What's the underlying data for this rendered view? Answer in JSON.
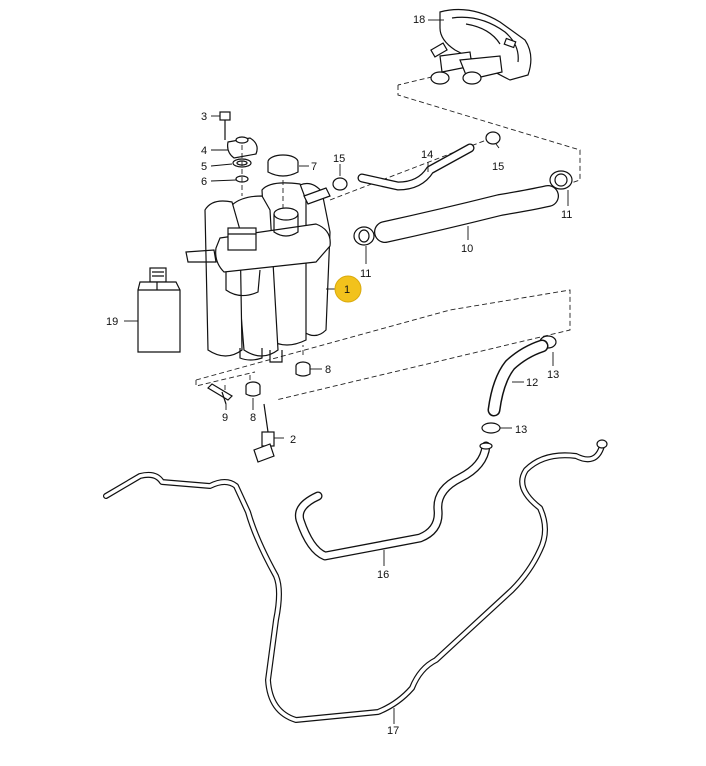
{
  "diagram": {
    "callouts": [
      {
        "id": "c1",
        "label": "1",
        "highlighted": true
      },
      {
        "id": "c2",
        "label": "2"
      },
      {
        "id": "c3",
        "label": "3"
      },
      {
        "id": "c4",
        "label": "4"
      },
      {
        "id": "c5",
        "label": "5"
      },
      {
        "id": "c6",
        "label": "6"
      },
      {
        "id": "c7",
        "label": "7"
      },
      {
        "id": "c8a",
        "label": "8"
      },
      {
        "id": "c8b",
        "label": "8"
      },
      {
        "id": "c9",
        "label": "9"
      },
      {
        "id": "c10",
        "label": "10"
      },
      {
        "id": "c11a",
        "label": "11"
      },
      {
        "id": "c11b",
        "label": "11"
      },
      {
        "id": "c12",
        "label": "12"
      },
      {
        "id": "c13a",
        "label": "13"
      },
      {
        "id": "c13b",
        "label": "13"
      },
      {
        "id": "c14",
        "label": "14"
      },
      {
        "id": "c15a",
        "label": "15"
      },
      {
        "id": "c15b",
        "label": "15"
      },
      {
        "id": "c16",
        "label": "16"
      },
      {
        "id": "c17",
        "label": "17"
      },
      {
        "id": "c18",
        "label": "18"
      },
      {
        "id": "c19",
        "label": "19"
      }
    ],
    "highlight_color": "#f2c21c",
    "line_color": "#111111"
  }
}
